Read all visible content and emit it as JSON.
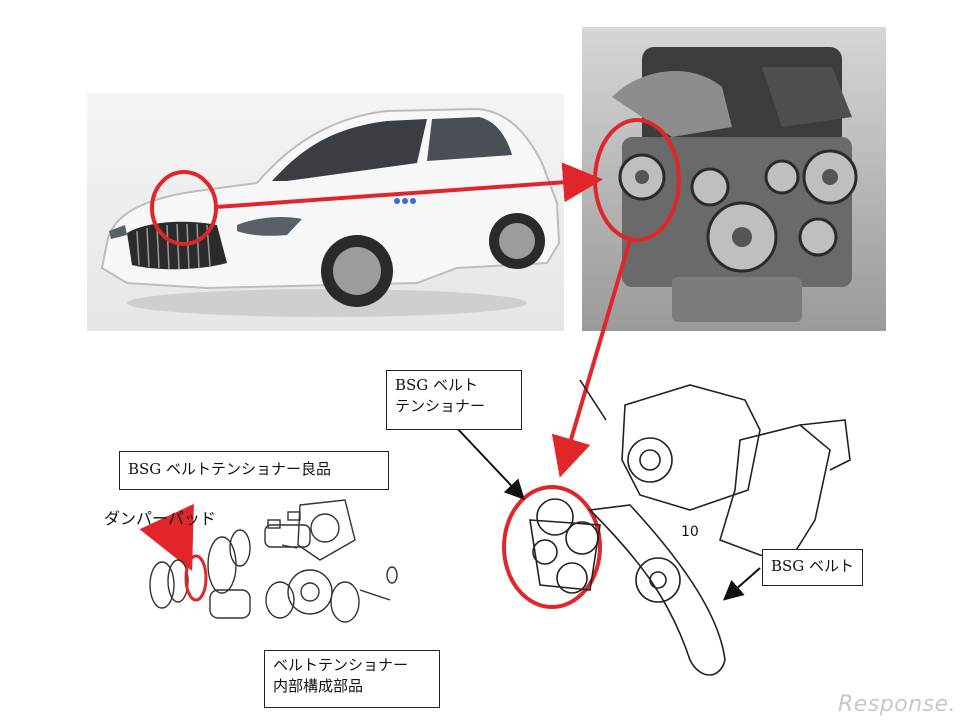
{
  "labels": {
    "tensioner": {
      "line1": "BSG ベルト",
      "line2": "テンショナー"
    },
    "good_part": "BSG ベルトテンショナー良品",
    "damper_pad": "ダンパーパッド",
    "belt": "BSG ベルト",
    "internal": {
      "line1": "ベルトテンショナー",
      "line2": "内部構成部品"
    }
  },
  "diagram": {
    "part_number": "10"
  },
  "watermark": "Response.",
  "colors": {
    "highlight": "#e0262a",
    "outline": "#222222"
  }
}
